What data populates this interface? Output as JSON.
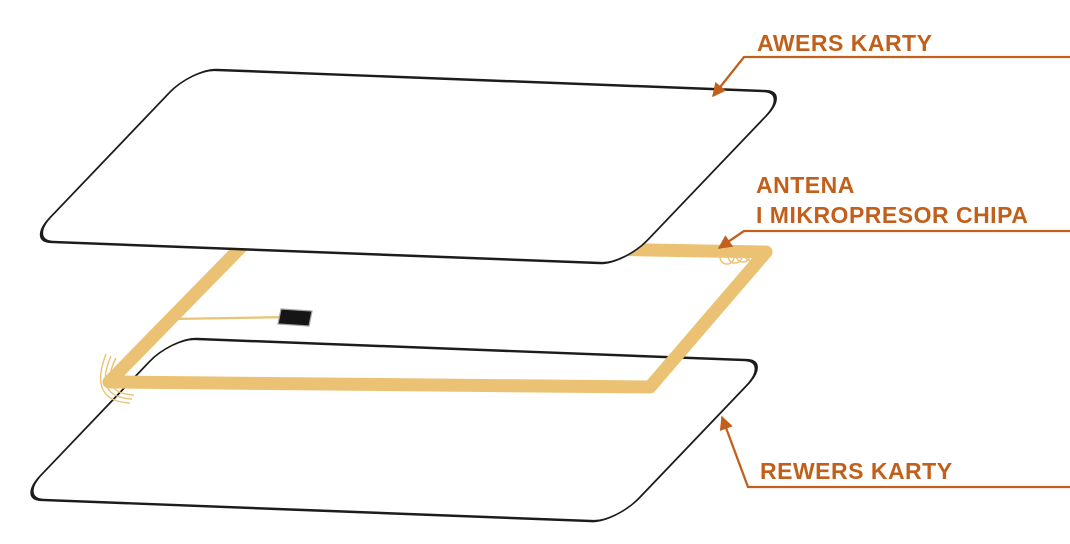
{
  "diagram": {
    "labels": {
      "front_card": "AWERS KARTY",
      "antenna_line1": "ANTENA",
      "antenna_line2": "I MIKROPRESOR CHIPA",
      "back_card": "REWERS KARTY"
    },
    "colors": {
      "accent": "#C2601B",
      "antenna_gold": "#EBC273",
      "card_outline": "#1C1C1C",
      "card_fill": "#FFFFFF",
      "chip_fill": "#151515",
      "chip_outline": "#A0A0A0",
      "background": "#FFFFFF"
    }
  }
}
